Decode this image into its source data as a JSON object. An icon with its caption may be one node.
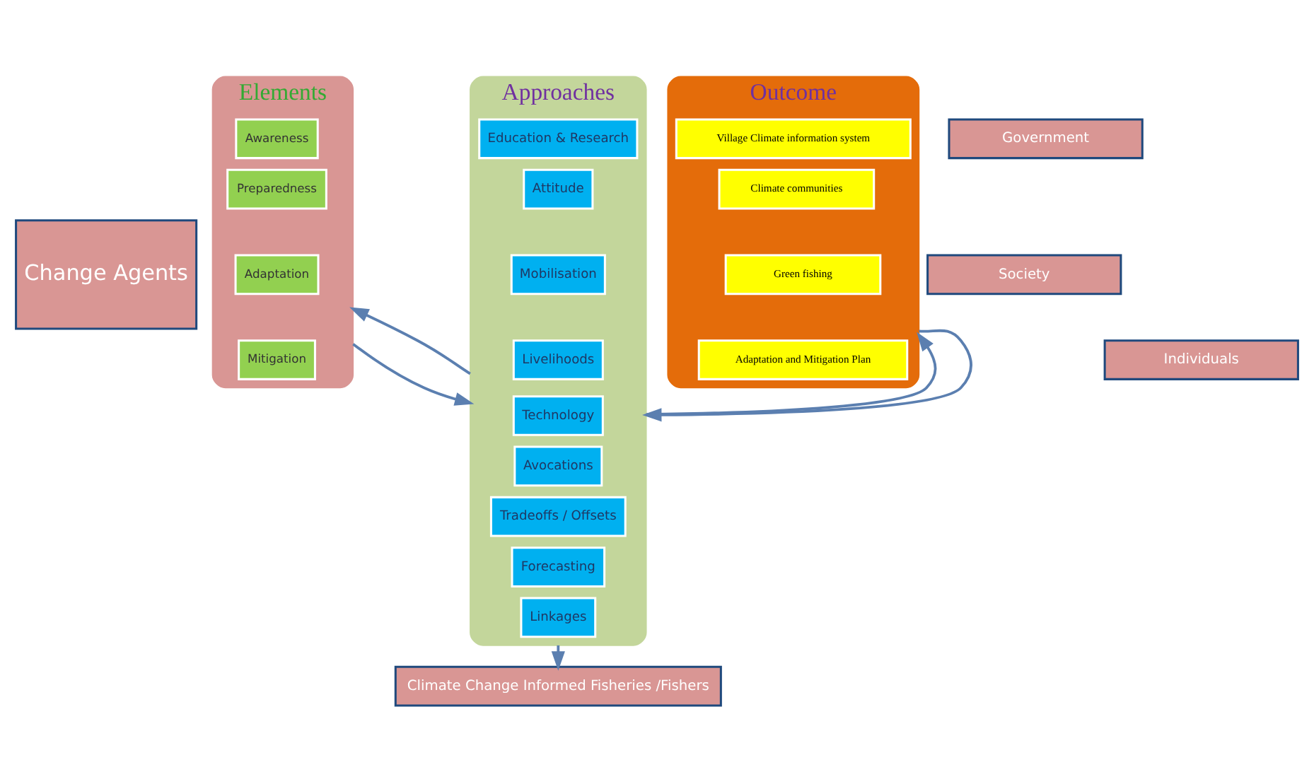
{
  "diagram": {
    "nodes": [
      {
        "text": [
          "Change Agents"
        ]
      },
      {
        "text": [
          "Elements"
        ]
      },
      {
        "text": [
          "Awareness"
        ],
        "in": 1
      },
      {
        "text": [
          "Preparedness"
        ],
        "in": 1
      },
      {
        "text": [
          "Adaptation"
        ],
        "in": 1
      },
      {
        "text": [
          "Mitigation"
        ],
        "in": 1
      },
      {
        "text": [
          "Approaches"
        ]
      },
      {
        "text": [
          "Education & Research"
        ],
        "in": 6
      },
      {
        "text": [
          "Attitude"
        ],
        "in": 6
      },
      {
        "text": [
          "Mobilisation"
        ],
        "in": 6
      },
      {
        "text": [
          "Livelihoods"
        ],
        "in": 6
      },
      {
        "text": [
          "Technology"
        ],
        "in": 6
      },
      {
        "text": [
          "Avocations"
        ],
        "in": 6
      },
      {
        "text": [
          "Tradeoffs / Offsets"
        ],
        "in": 6
      },
      {
        "text": [
          "Forecasting"
        ],
        "in": 6
      },
      {
        "text": [
          "Linkages"
        ],
        "in": 6
      },
      {
        "text": [
          "Outcome"
        ]
      },
      {
        "text": [
          "Village Climate information system"
        ],
        "in": 16
      },
      {
        "text": [
          "Climate communities"
        ],
        "in": 16
      },
      {
        "text": [
          "Green fishing"
        ],
        "in": 16
      },
      {
        "text": [
          "Adaptation and Mitigation Plan"
        ],
        "in": 16
      },
      {
        "text": [
          "Government"
        ]
      },
      {
        "text": [
          "Society"
        ]
      },
      {
        "text": [
          "Individuals"
        ]
      },
      {
        "text": [
          "Climate Change Informed Fisheries /Fishers"
        ]
      }
    ],
    "edges": [
      {
        "from": 1,
        "to": 6,
        "arrow": "to"
      },
      {
        "from": 6,
        "to": 1,
        "arrow": "to"
      },
      {
        "from": 6,
        "to": 16,
        "arrow": "to"
      },
      {
        "from": 16,
        "to": 6,
        "arrow": "to"
      },
      {
        "from": 6,
        "to": 24,
        "arrow": "to"
      }
    ]
  }
}
